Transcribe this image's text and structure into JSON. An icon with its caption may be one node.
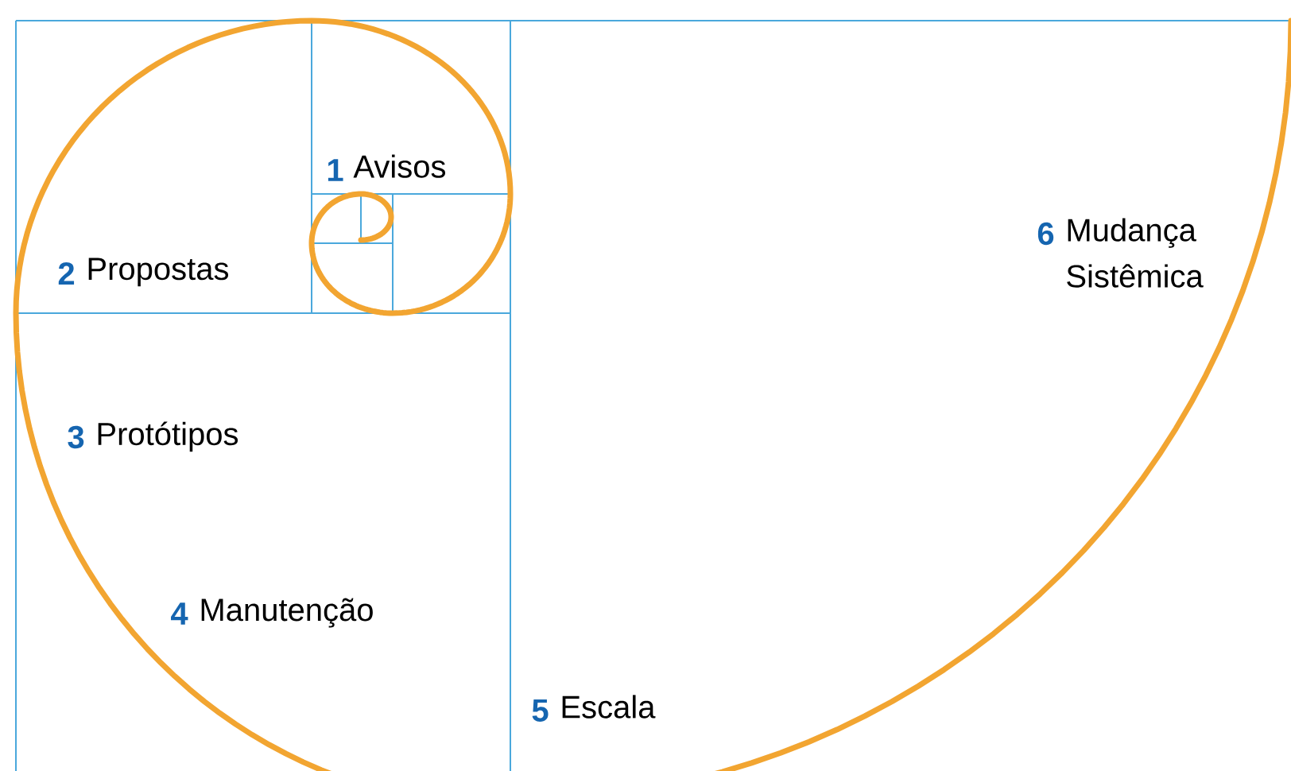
{
  "diagram": {
    "labels": [
      "1",
      "Avisos",
      "2",
      "Propostas",
      "3",
      "Protótipos",
      "4",
      "Manutenção",
      "5",
      "Escala",
      "6",
      "Mudança Sistêmica"
    ]
  }
}
